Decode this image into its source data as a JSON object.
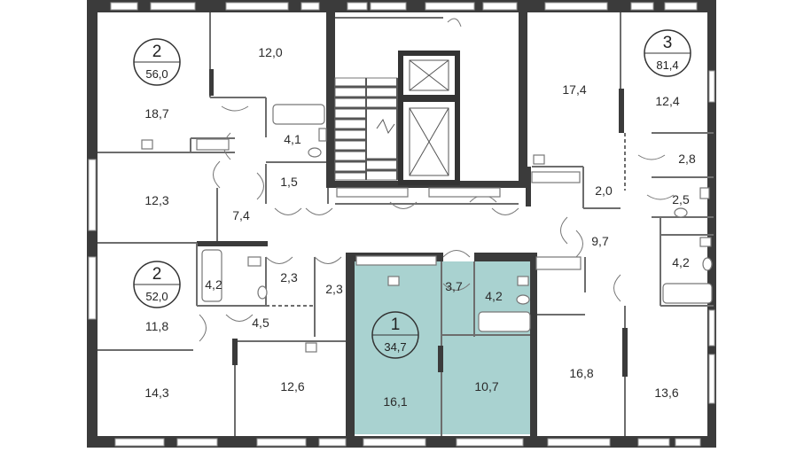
{
  "colors": {
    "highlight": "#a9d2d0",
    "wall": "#3b3b3b",
    "partition": "#6d6d6d"
  },
  "apartments": [
    {
      "rooms": "2",
      "area": "56,0"
    },
    {
      "rooms": "3",
      "area": "81,4"
    },
    {
      "rooms": "2",
      "area": "52,0"
    },
    {
      "rooms": "1",
      "area": "34,7"
    }
  ],
  "rooms": {
    "r18_7": "18,7",
    "r12_0": "12,0",
    "r4_1": "4,1",
    "r1_5": "1,5",
    "r12_3": "12,3",
    "r7_4": "7,4",
    "r17_4": "17,4",
    "r12_4": "12,4",
    "r2_8": "2,8",
    "r2_5": "2,5",
    "r2_0": "2,0",
    "r9_7": "9,7",
    "r4_2_right": "4,2",
    "r4_2_left": "4,2",
    "r2_3_a": "2,3",
    "r2_3_b": "2,3",
    "r11_8": "11,8",
    "r4_5": "4,5",
    "r3_7": "3,7",
    "r4_2_mid": "4,2",
    "r14_3": "14,3",
    "r12_6": "12,6",
    "r16_1": "16,1",
    "r10_7": "10,7",
    "r16_8": "16,8",
    "r13_6": "13,6"
  }
}
